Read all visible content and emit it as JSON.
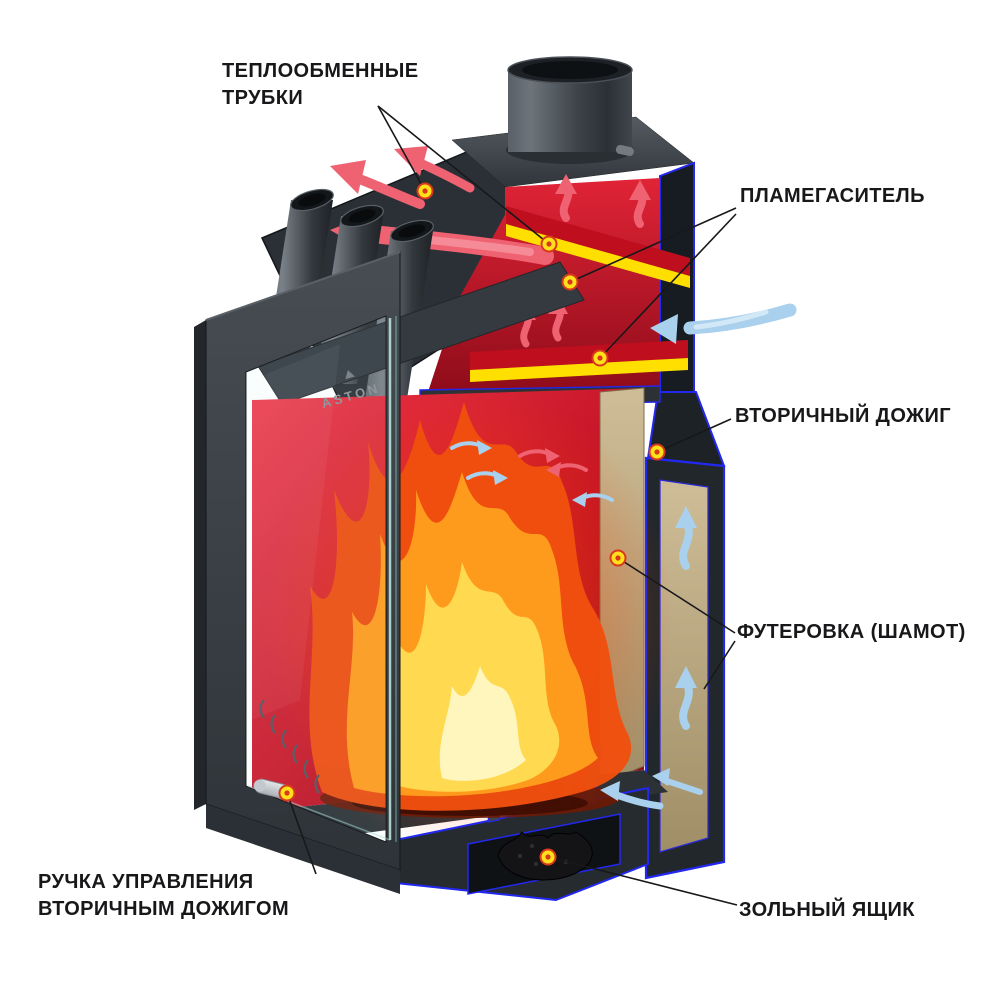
{
  "brand": "ASTON",
  "labels": {
    "heat_tubes": {
      "line1": "ТЕПЛООБМЕННЫЕ",
      "line2": "ТРУБКИ"
    },
    "flame_arrester": {
      "line1": "ПЛАМЕГАСИТЕЛЬ"
    },
    "secondary_burn": {
      "line1": "ВТОРИЧНЫЙ ДОЖИГ"
    },
    "lining": {
      "line1": "ФУТЕРОВКА (ШАМОТ)"
    },
    "ash_box": {
      "line1": "ЗОЛЬНЫЙ ЯЩИК"
    },
    "control_handle": {
      "line1": "РУЧКА УПРАВЛЕНИЯ",
      "line2": "ВТОРИЧНЫМ ДОЖИГОМ"
    }
  },
  "colors": {
    "background": "#ffffff",
    "label_text": "#18181a",
    "outline_blue": "#2228ef",
    "baffle_yellow": "#ffdf00",
    "marker_yellow": "#ffe01a",
    "marker_red": "#d8391c",
    "arrow_red": "#ef6272",
    "arrow_blue": "#a9d0ec",
    "chamber_red": "#cf1326",
    "lining_tan": "#c1ae88",
    "body_gray": "#3a4046",
    "flame_orange": "#ff9b1c",
    "flame_yellow": "#ffd94f"
  }
}
